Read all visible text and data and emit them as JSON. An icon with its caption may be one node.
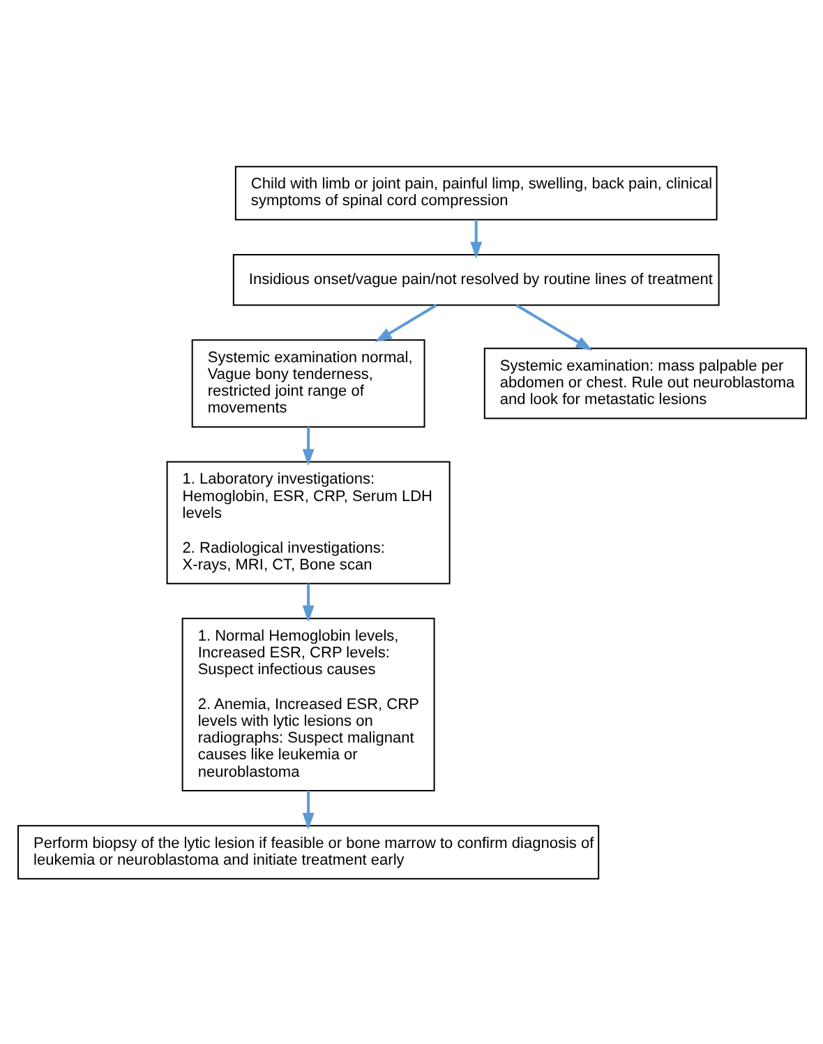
{
  "diagram": {
    "nodes": [
      {
        "text": [
          "Child with limb or joint pain, painful limp, swelling, back pain, clinical symptoms of spinal cord compression"
        ]
      },
      {
        "text": [
          "Insidious onset/vague pain/not resolved by routine lines of treatment"
        ]
      },
      {
        "text": [
          "Systemic examination normal, Vague bony tenderness, restricted joint range of movements"
        ]
      },
      {
        "text": [
          "Systemic examination: mass palpable per abdomen or chest. Rule out neuroblastoma and look for metastatic lesions"
        ]
      },
      {
        "text": [
          "1. Laboratory investigations: Hemoglobin, ESR, CRP, Serum LDH levels",
          "2. Radiological investigations: X-rays, MRI, CT, Bone scan"
        ]
      },
      {
        "text": [
          "1. Normal Hemoglobin levels, Increased ESR, CRP levels: Suspect infectious causes",
          "2. Anemia, Increased ESR, CRP levels with lytic lesions on radiographs: Suspect malignant causes like leukemia or neuroblastoma"
        ]
      },
      {
        "text": [
          "Perform biopsy of the lytic lesion if feasible or bone marrow to confirm diagnosis of leukemia or neuroblastoma and initiate treatment early"
        ]
      }
    ],
    "edges": [
      {
        "from": 0,
        "to": 1,
        "arrow": "to"
      },
      {
        "from": 1,
        "to": 2,
        "arrow": "to"
      },
      {
        "from": 1,
        "to": 3,
        "arrow": "to"
      },
      {
        "from": 2,
        "to": 4,
        "arrow": "to"
      },
      {
        "from": 4,
        "to": 5,
        "arrow": "to"
      },
      {
        "from": 5,
        "to": 6,
        "arrow": "to"
      }
    ]
  }
}
